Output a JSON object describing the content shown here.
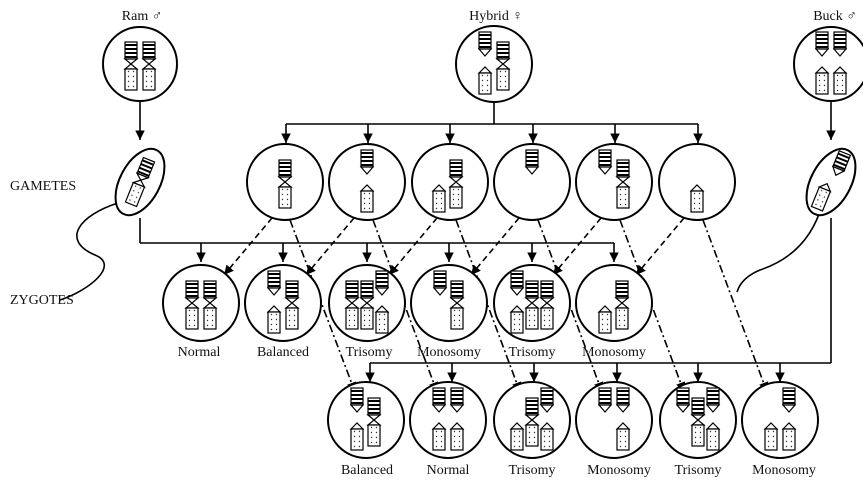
{
  "parents": {
    "ram": "Ram ♂",
    "hybrid": "Hybrid ♀",
    "buck": "Buck ♂"
  },
  "row_labels": {
    "gametes": "GAMETES",
    "zygotes": "ZYGOTES"
  },
  "zygotes_ram": [
    "Normal",
    "Balanced",
    "Trisomy",
    "Monosomy",
    "Trisomy",
    "Monosomy"
  ],
  "zygotes_buck": [
    "Balanced",
    "Normal",
    "Trisomy",
    "Monosomy",
    "Trisomy",
    "Monosomy"
  ]
}
